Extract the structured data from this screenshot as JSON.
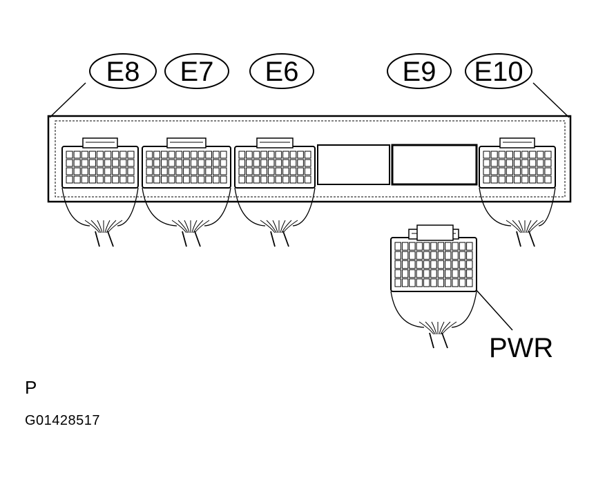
{
  "diagram": {
    "connectors": [
      {
        "id": "E8",
        "label": "E8"
      },
      {
        "id": "E7",
        "label": "E7"
      },
      {
        "id": "E6",
        "label": "E6"
      },
      {
        "id": "E9",
        "label": "E9"
      },
      {
        "id": "E10",
        "label": "E10"
      }
    ],
    "power_connector": {
      "label": "PWR"
    },
    "footer": {
      "mark": "P",
      "figure_code": "G01428517"
    },
    "colors": {
      "ink": "#000000",
      "background": "#ffffff"
    }
  }
}
